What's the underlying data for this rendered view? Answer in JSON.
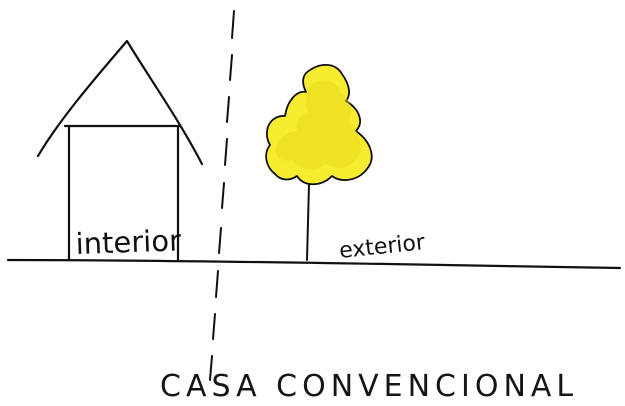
{
  "labels": {
    "inside": "interior",
    "outside": "exterior"
  },
  "caption": "CASA CONVENCIONAL",
  "colors": {
    "ink": "#111111",
    "foliage": "#f7ec2f",
    "foliage_shade": "#e4d81a"
  },
  "icons": {
    "house": "house-sketch",
    "tree": "tree-sketch"
  }
}
